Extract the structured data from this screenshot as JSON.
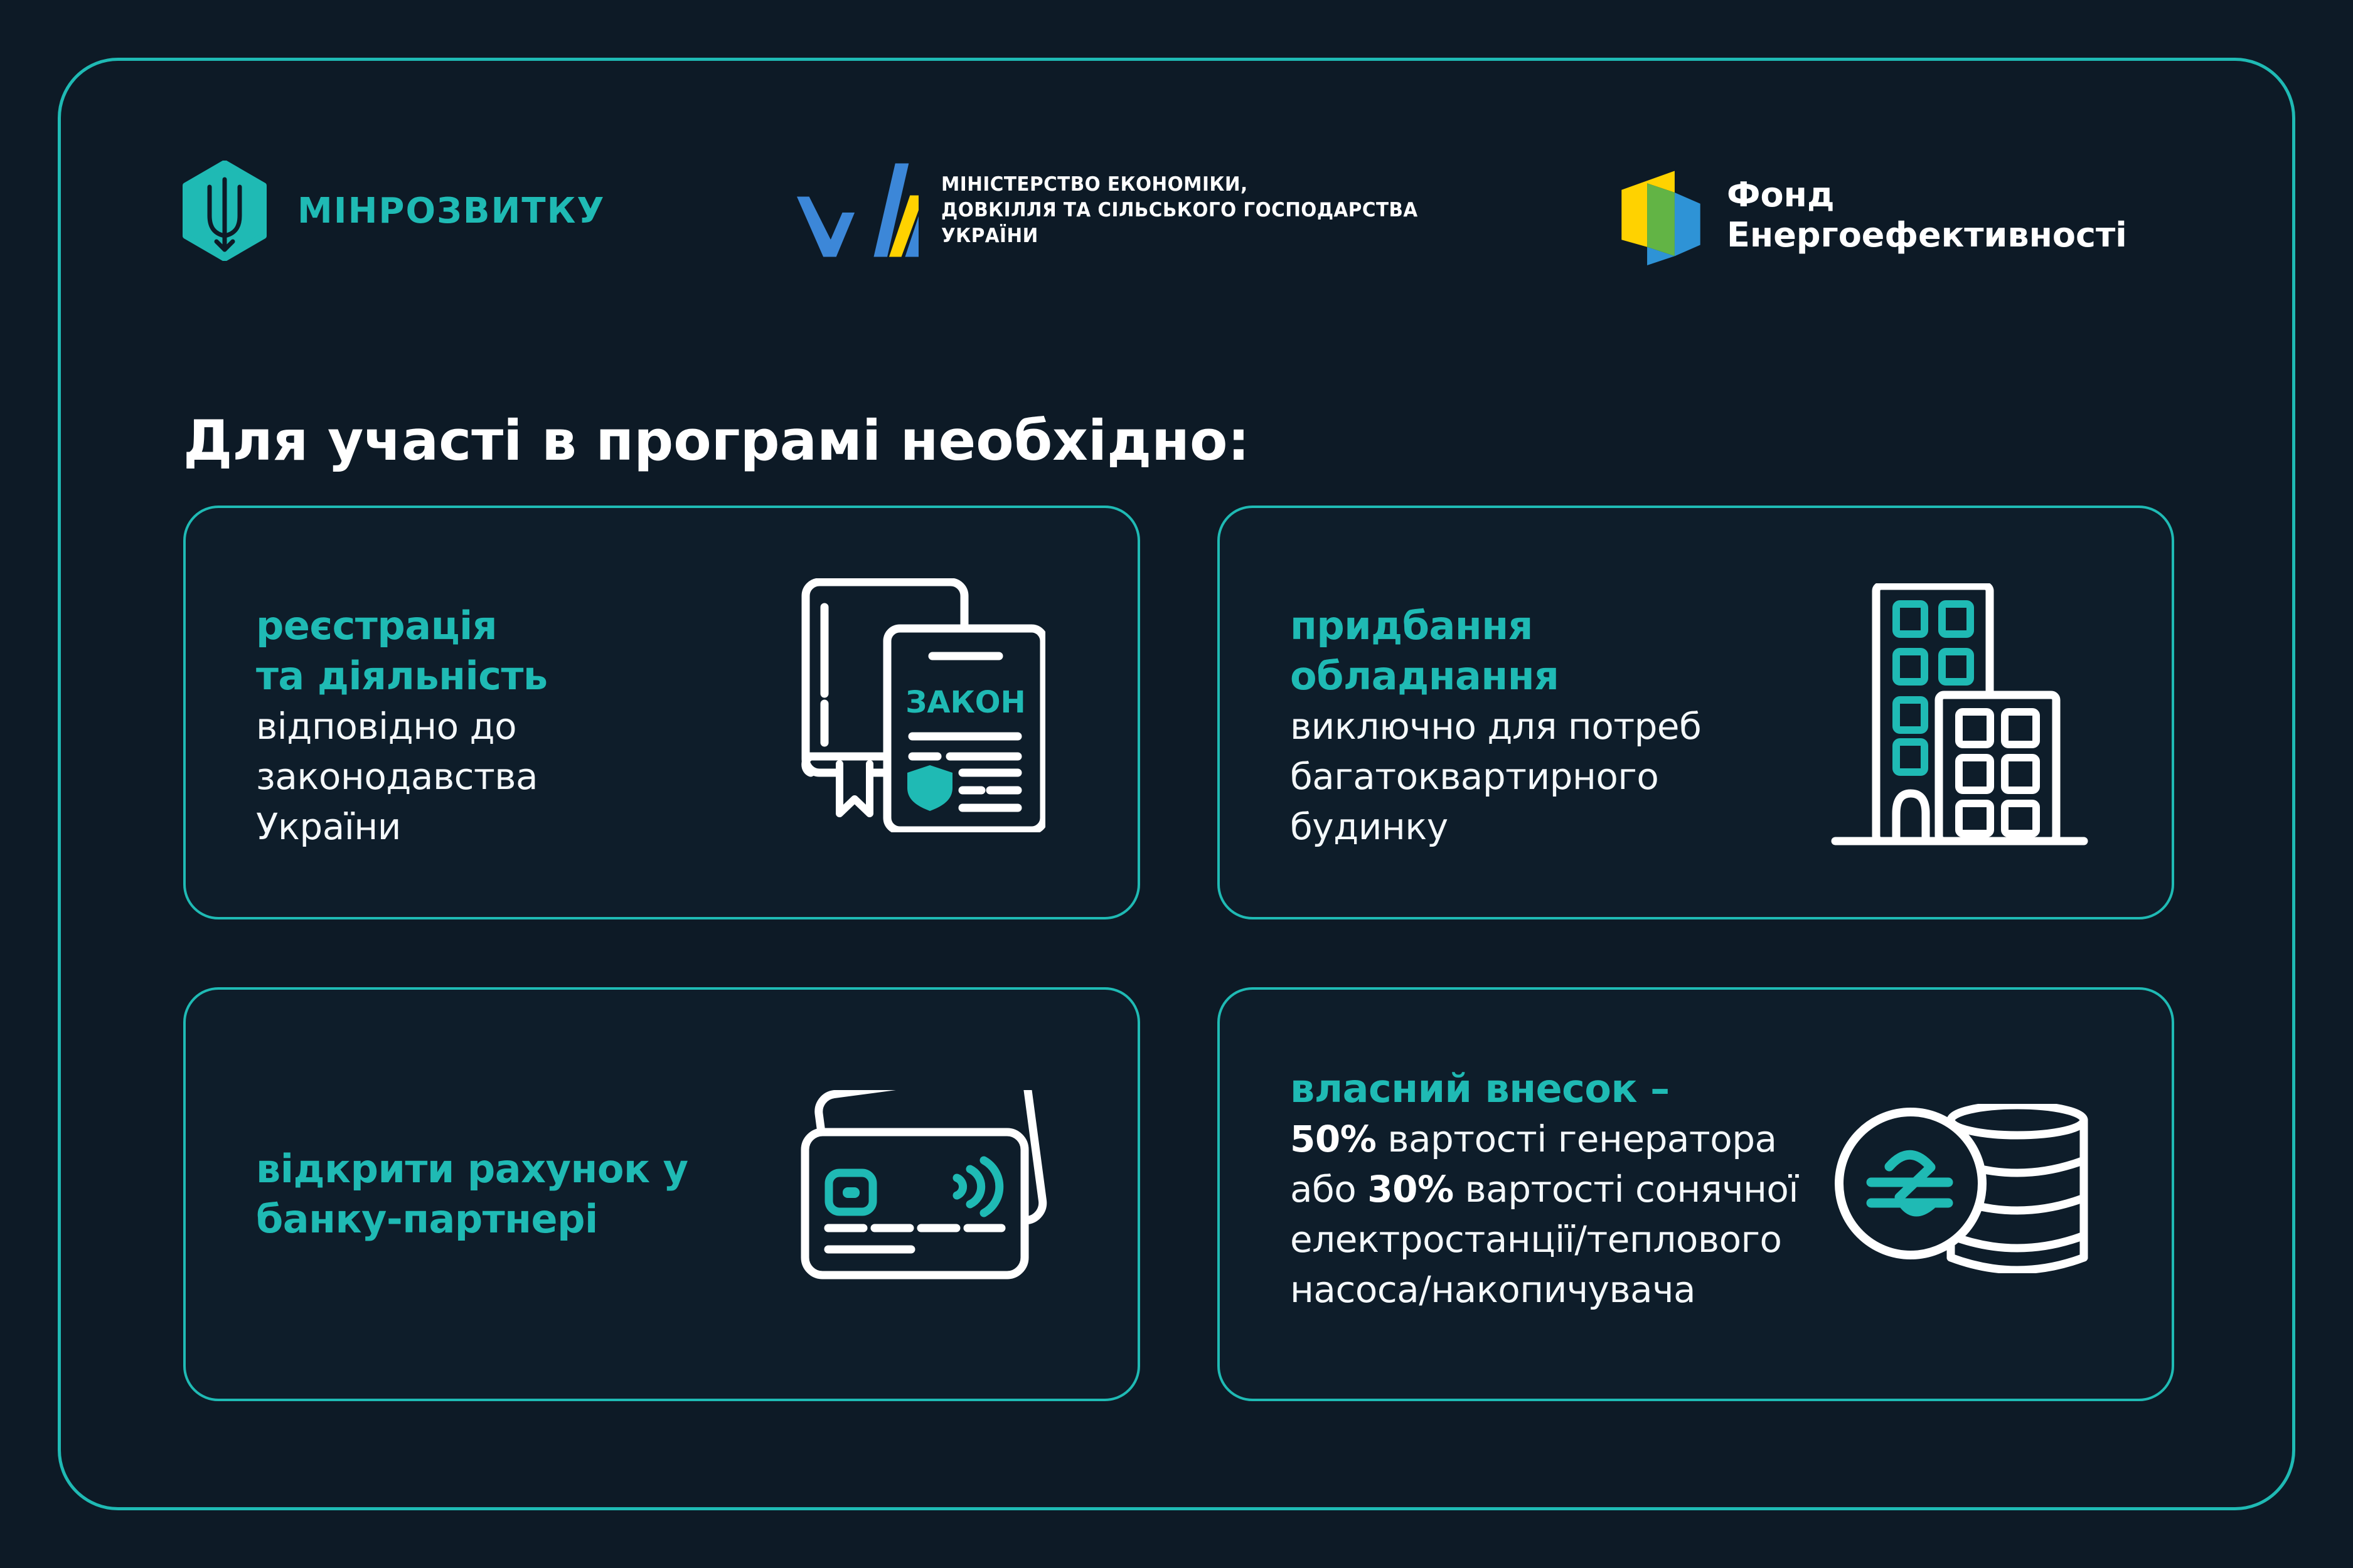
{
  "colors": {
    "background": "#0d1a26",
    "card_background": "#0e1d2a",
    "accent_teal": "#1fbab4",
    "text_white": "#f4f8fa",
    "logo_blue": "#3c87d8",
    "logo_yellow": "#ffd200",
    "logo_green": "#62b445",
    "fund_blue": "#2e93d6"
  },
  "header": {
    "minrozvytku": {
      "label": "МІНРОЗВИТКУ"
    },
    "ministry": {
      "line1": "МІНІСТЕРСТВО ЕКОНОМІКИ,",
      "line2": "ДОВКІЛЛЯ ТА СІЛЬСЬКОГО ГОСПОДАРСТВА",
      "line3": "УКРАЇНИ"
    },
    "fund": {
      "line1": "Фонд",
      "line2": "Енергоефективності"
    }
  },
  "title": "Для участі в програмі необхідно:",
  "cards": {
    "registration": {
      "heading1": "реєстрація",
      "heading2": "та діяльність",
      "body1": "відповідно до",
      "body2": "законодавства",
      "body3": "України",
      "icon": "law-book-document-icon",
      "icon_label": "ЗАКОН"
    },
    "equipment": {
      "heading1": "придбання",
      "heading2": "обладнання",
      "body1": "виключно для потреб",
      "body2": "багатоквартирного",
      "body3": "будинку",
      "icon": "apartment-buildings-icon"
    },
    "bank": {
      "heading1": "відкрити рахунок у",
      "heading2": "банку-партнері",
      "icon": "credit-cards-icon"
    },
    "contribution": {
      "heading": "власний внесок –",
      "line1_bold": "50%",
      "line1_rest": " вартості генератора",
      "line2_pre": "або ",
      "line2_bold": "30%",
      "line2_rest": " вартості сонячної",
      "line3": "електростанції/теплового",
      "line4": "насоса/накопичувача",
      "icon": "hryvnia-coins-icon"
    }
  }
}
